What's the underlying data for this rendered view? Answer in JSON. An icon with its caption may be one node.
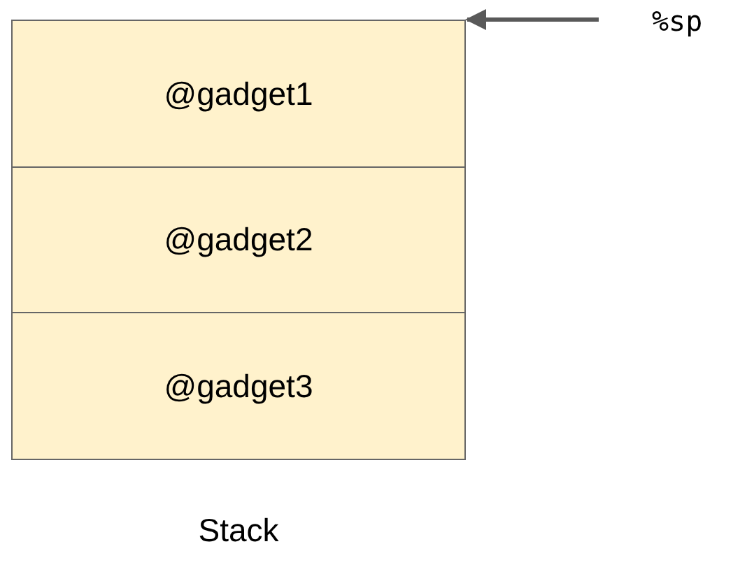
{
  "diagram": {
    "nodes": [
      {
        "text": [],
        "shape": "box",
        "beside": [
          "Stack"
        ]
      },
      {
        "text": [
          "@gadget1"
        ],
        "in": 0
      },
      {
        "text": [
          "@gadget2"
        ],
        "in": 0
      },
      {
        "text": [
          "@gadget3"
        ],
        "in": 0
      },
      {
        "text": [
          "%sp"
        ]
      }
    ],
    "edges": [
      {
        "from": 4,
        "to": 0,
        "arrow": "to"
      }
    ]
  }
}
